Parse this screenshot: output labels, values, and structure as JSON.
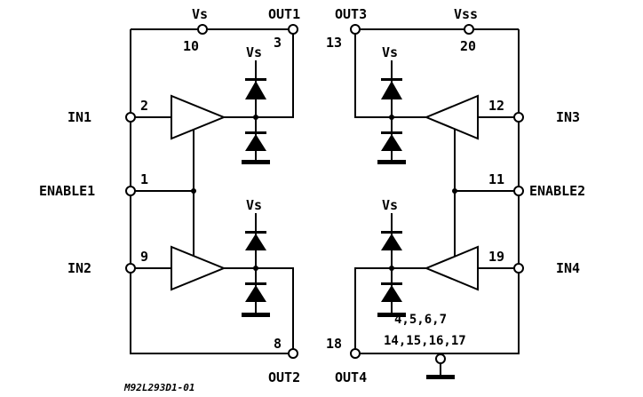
{
  "supply": {
    "vs_top": "Vs",
    "vss_top": "Vss",
    "vs_pin": "10",
    "vss_pin": "20"
  },
  "outputs": {
    "out1": "OUT1",
    "out1_pin": "3",
    "out2": "OUT2",
    "out2_pin": "8",
    "out3": "OUT3",
    "out3_pin": "13",
    "out4": "OUT4",
    "out4_pin": "18"
  },
  "inputs": {
    "in1": "IN1",
    "in1_pin": "2",
    "in2": "IN2",
    "in2_pin": "9",
    "in3": "IN3",
    "in3_pin": "12",
    "in4": "IN4",
    "in4_pin": "19"
  },
  "enables": {
    "enable1": "ENABLE1",
    "enable1_pin": "1",
    "enable2": "ENABLE2",
    "enable2_pin": "11"
  },
  "diode_supply_label": "Vs",
  "ground_pins": {
    "line1": "4,5,6,7",
    "line2": "14,15,16,17"
  },
  "drawing_code": "M92L293D1-01"
}
